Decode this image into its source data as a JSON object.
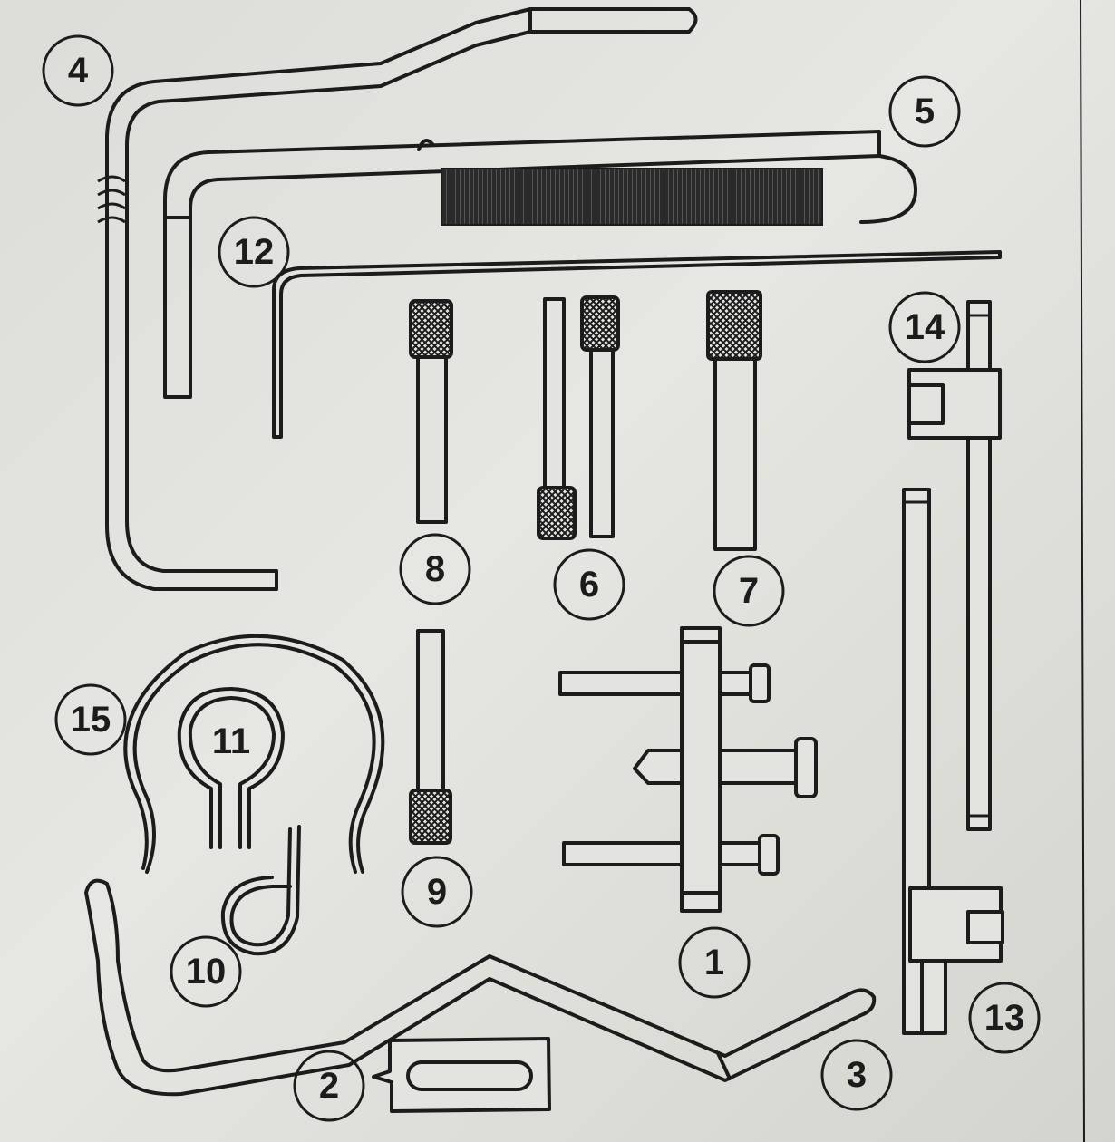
{
  "callouts": {
    "c1": "1",
    "c2": "2",
    "c3": "3",
    "c4": "4",
    "c5": "5",
    "c6": "6",
    "c7": "7",
    "c8": "8",
    "c9": "9",
    "c10": "10",
    "c11": "11",
    "c12": "12",
    "c13": "13",
    "c14": "14",
    "c15": "15"
  },
  "colors": {
    "ink": "#1c1c1c",
    "paper": "#e3e3df"
  }
}
